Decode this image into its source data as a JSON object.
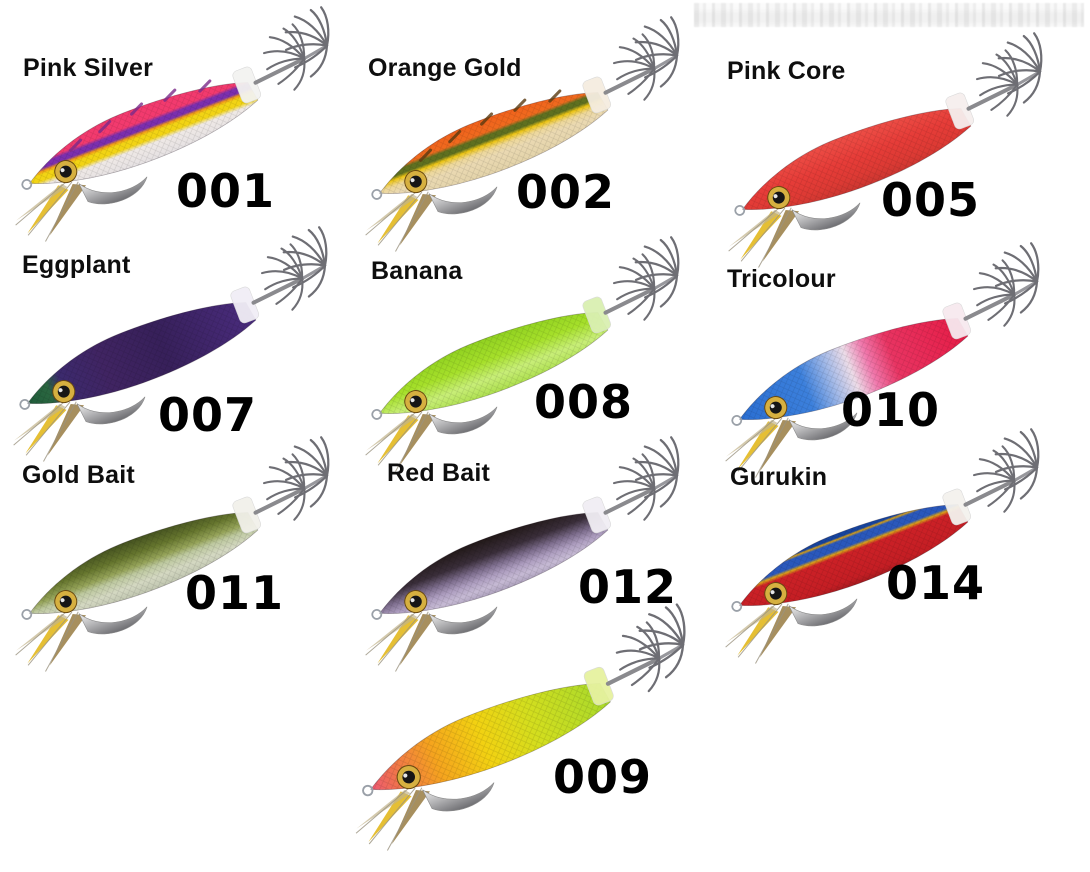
{
  "page": {
    "background": "#ffffff",
    "label_color": "#0e0e0e",
    "number_color": "#000000"
  },
  "artifact_strip": {
    "dark": "#dedede",
    "light": "#f7f7f7"
  },
  "lures": [
    {
      "name": "Pink Silver",
      "number": "001",
      "direction": "across",
      "dashes": "#7a2a8a",
      "eye": "#d6b040",
      "collar": "#f3f3f1",
      "stops": [
        [
          "0%",
          "#f23a6e"
        ],
        [
          "28%",
          "#f23a6e"
        ],
        [
          "34%",
          "#7b2fae"
        ],
        [
          "42%",
          "#7b2fae"
        ],
        [
          "47%",
          "#f09a18"
        ],
        [
          "52%",
          "#f2d414"
        ],
        [
          "62%",
          "#f2d414"
        ],
        [
          "70%",
          "#efe9e6"
        ],
        [
          "100%",
          "#e4e0e2"
        ]
      ]
    },
    {
      "name": "Orange Gold",
      "number": "002",
      "direction": "across",
      "dashes": "#5a3a10",
      "eye": "#d6b040",
      "collar": "#f5ede0",
      "stops": [
        [
          "0%",
          "#f2601c"
        ],
        [
          "26%",
          "#ef6a1e"
        ],
        [
          "32%",
          "#5f7020"
        ],
        [
          "40%",
          "#5f7020"
        ],
        [
          "46%",
          "#ecc414"
        ],
        [
          "56%",
          "#eed89a"
        ],
        [
          "68%",
          "#ead9b2"
        ],
        [
          "100%",
          "#e2d2a8"
        ]
      ]
    },
    {
      "name": "Pink Core",
      "number": "005",
      "direction": "across",
      "dashes": null,
      "eye": "#d6b040",
      "collar": "#f6efee",
      "stops": [
        [
          "0%",
          "#ee5048"
        ],
        [
          "45%",
          "#e63c38"
        ],
        [
          "75%",
          "#dd3a34"
        ],
        [
          "100%",
          "#c83630"
        ]
      ]
    },
    {
      "name": "Eggplant",
      "number": "007",
      "direction": "along",
      "dashes": null,
      "eye": "#d6b040",
      "collar": "#f1eef6",
      "stops": [
        [
          "0%",
          "#1f5c3a"
        ],
        [
          "10%",
          "#2a6640"
        ],
        [
          "16%",
          "#3c2a6e"
        ],
        [
          "35%",
          "#402462"
        ],
        [
          "60%",
          "#37205a"
        ],
        [
          "100%",
          "#4a2c7e"
        ]
      ]
    },
    {
      "name": "Banana",
      "number": "008",
      "direction": "across",
      "dashes": null,
      "eye": "#d6b040",
      "collar": "#daf0b2",
      "stops": [
        [
          "0%",
          "#8fd020"
        ],
        [
          "40%",
          "#a6e02a"
        ],
        [
          "70%",
          "#c8ee78"
        ],
        [
          "100%",
          "#abde4a"
        ]
      ]
    },
    {
      "name": "Tricolour",
      "number": "010",
      "direction": "along",
      "dashes": null,
      "eye": "#d6b040",
      "collar": "#f7e9ef",
      "stops": [
        [
          "0%",
          "#2a6ed2"
        ],
        [
          "30%",
          "#3c80dc"
        ],
        [
          "42%",
          "#a8bce8"
        ],
        [
          "50%",
          "#ecdce8"
        ],
        [
          "58%",
          "#f078ac"
        ],
        [
          "68%",
          "#e83462"
        ],
        [
          "100%",
          "#e61c46"
        ]
      ]
    },
    {
      "name": "Gold Bait",
      "number": "011",
      "direction": "across",
      "dashes": null,
      "eye": "#d6b040",
      "collar": "#f2f1ea",
      "stops": [
        [
          "0%",
          "#414e1e"
        ],
        [
          "28%",
          "#66762e"
        ],
        [
          "48%",
          "#96a45a"
        ],
        [
          "60%",
          "#bec9a0"
        ],
        [
          "78%",
          "#d4d8c2"
        ],
        [
          "100%",
          "#bcc2ac"
        ]
      ]
    },
    {
      "name": "Red Bait",
      "number": "012",
      "direction": "across",
      "dashes": null,
      "eye": "#d6b040",
      "collar": "#f1eef4",
      "stops": [
        [
          "0%",
          "#1f1614"
        ],
        [
          "32%",
          "#3a2e3a"
        ],
        [
          "52%",
          "#7e6e8e"
        ],
        [
          "68%",
          "#ae9ec0"
        ],
        [
          "84%",
          "#c6bad4"
        ],
        [
          "100%",
          "#a89cb8"
        ]
      ]
    },
    {
      "name": "Gurukin",
      "number": "014",
      "direction": "across",
      "dashes": null,
      "eye": "#d6b040",
      "collar": "#f4f2ee",
      "stops": [
        [
          "0%",
          "#17449e"
        ],
        [
          "10%",
          "#17449e"
        ],
        [
          "13%",
          "#d8a018"
        ],
        [
          "17%",
          "#2a58bc"
        ],
        [
          "30%",
          "#2a58bc"
        ],
        [
          "35%",
          "#d8a018"
        ],
        [
          "41%",
          "#cc2127"
        ],
        [
          "85%",
          "#c41e24"
        ],
        [
          "100%",
          "#a01a1e"
        ]
      ]
    },
    {
      "name": "",
      "number": "009",
      "direction": "along",
      "dashes": null,
      "eye": "#d6b040",
      "collar": "#e6f2a0",
      "stops": [
        [
          "0%",
          "#ee5a74"
        ],
        [
          "10%",
          "#f07050"
        ],
        [
          "28%",
          "#f5a41e"
        ],
        [
          "48%",
          "#f2d212"
        ],
        [
          "68%",
          "#d4de1e"
        ],
        [
          "100%",
          "#a8da2c"
        ]
      ]
    }
  ]
}
